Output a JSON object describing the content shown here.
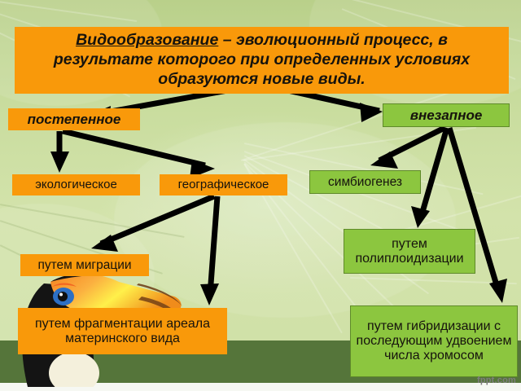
{
  "slide": {
    "title_lead": "Видообразование",
    "title_rest": " – эволюционный процесс, в результате которого при определенных условиях образуются новые виды.",
    "watermark": "fppt.com"
  },
  "colors": {
    "orange": "#f9990a",
    "green": "#8cc63f",
    "green_border": "#5f8a2a",
    "background_green": "#cfe0a6",
    "bottom_band": "#55753a",
    "arrow": "#000000",
    "text": "#16130d"
  },
  "branches": {
    "gradual": "постепенное",
    "sudden": "внезапное"
  },
  "nodes": {
    "ecological": "экологическое",
    "geographical": "географическое",
    "symbiogenesis": "симбиогенез",
    "polyploidization": "путем полиплоидизации",
    "migration": "путем миграции",
    "fragmentation": "путем фрагментации ареала материнского вида",
    "hybridization": "путем гибридизации с последующим удвоением числа хромосом"
  },
  "chart_data": {
    "type": "diagram",
    "title": "Видообразование – эволюционный процесс, в результате которого при определенных условиях образуются новые виды.",
    "root": "Видообразование",
    "levels": [
      {
        "level": 1,
        "nodes": [
          "постепенное",
          "внезапное"
        ]
      },
      {
        "level": 2,
        "nodes": [
          "экологическое",
          "географическое",
          "симбиогенез",
          "путем полиплоидизации",
          "путем гибридизации с последующим удвоением числа хромосом"
        ]
      },
      {
        "level": 3,
        "nodes": [
          "путем миграции",
          "путем фрагментации ареала материнского вида"
        ]
      }
    ],
    "edges": [
      {
        "from": "Видообразование",
        "to": "постепенное"
      },
      {
        "from": "Видообразование",
        "to": "внезапное"
      },
      {
        "from": "постепенное",
        "to": "экологическое"
      },
      {
        "from": "постепенное",
        "to": "географическое"
      },
      {
        "from": "внезапное",
        "to": "симбиогенез"
      },
      {
        "from": "внезапное",
        "to": "путем полиплоидизации"
      },
      {
        "from": "внезапное",
        "to": "путем гибридизации с последующим удвоением числа хромосом"
      },
      {
        "from": "географическое",
        "to": "путем миграции"
      },
      {
        "from": "географическое",
        "to": "путем фрагментации ареала материнского вида"
      }
    ]
  }
}
